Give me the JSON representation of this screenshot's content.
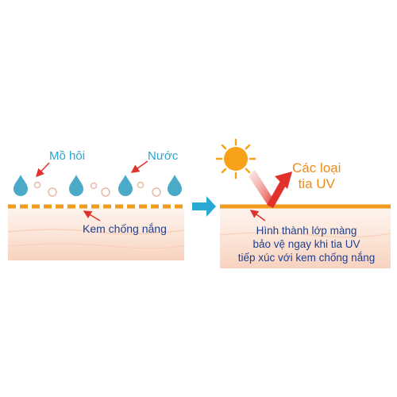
{
  "labels": {
    "sweat": "Mồ hôi",
    "water": "Nước",
    "sunscreen": "Kem chống nắng",
    "uv_rays": [
      "Các loại",
      "tia UV"
    ],
    "protective_film": [
      "Hình thành lớp màng",
      "bảo vệ ngay khi tia UV",
      "tiếp xúc với kem chống nắng"
    ]
  },
  "icons": {
    "water_drop": "water-drop-icon",
    "bubble": "bubble-icon",
    "sun": "sun-icon",
    "uv_ray": "uv-ray-icon",
    "flow_arrow": "right-arrow-icon"
  },
  "colors": {
    "skin_light": "#fdf3ec",
    "skin_mid": "#f9d9c7",
    "skin_line": "#f6c4ad",
    "sunscreen_layer": "#f29a1e",
    "water_drop": "#4aaac8",
    "sun": "#f7a21a",
    "uv_arrow": "#e0312b",
    "flow_arrow": "#28a8d2",
    "pointer": "#e0312b",
    "text_blue": "#1f3f8f",
    "text_cyan": "#2aa4c9",
    "text_orange": "#f08a18"
  }
}
